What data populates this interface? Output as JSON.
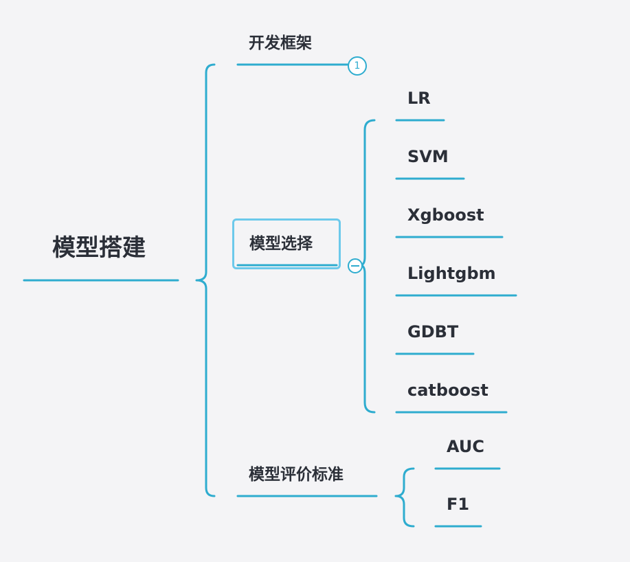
{
  "mindmap": {
    "root": {
      "label": "模型搭建"
    },
    "branches": [
      {
        "label": "开发框架",
        "collapsed_count": "1"
      },
      {
        "label": "模型选择",
        "children": [
          "LR",
          "SVM",
          "Xgboost",
          "Lightgbm",
          "GDBT",
          "catboost"
        ]
      },
      {
        "label": "模型评价标准",
        "children": [
          "AUC",
          "F1"
        ]
      }
    ]
  },
  "colors": {
    "line": "#2eaccf",
    "selection": "#6cc9eb",
    "text": "#2b2f38",
    "background": "#f4f4f6"
  },
  "icons": {
    "fold_badge": "collapsed-count-badge",
    "collapse_button": "minus-circle-icon"
  }
}
